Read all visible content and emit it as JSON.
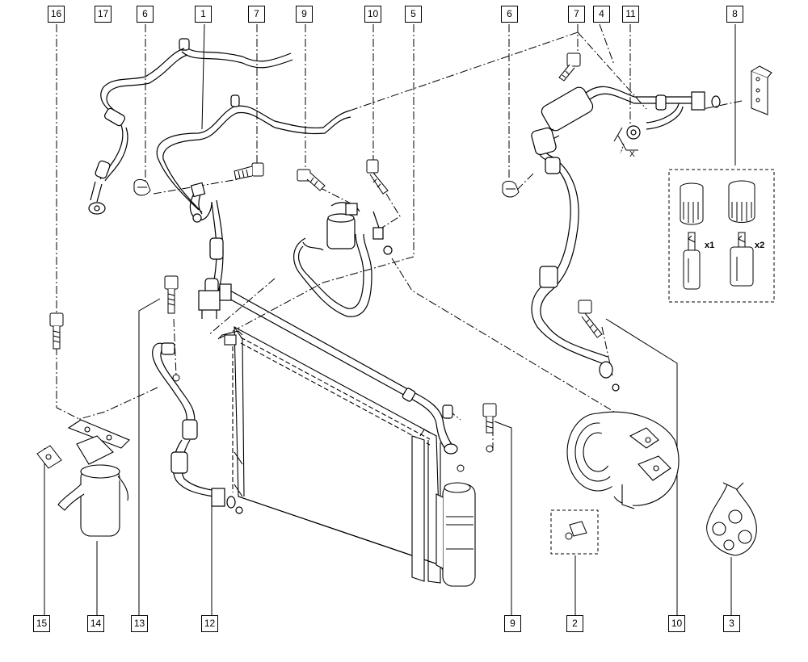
{
  "callouts_top": [
    "16",
    "17",
    "6",
    "1",
    "7",
    "9",
    "10",
    "5",
    "6",
    "7",
    "4",
    "11",
    "8"
  ],
  "callouts_bottom": [
    "15",
    "14",
    "13",
    "12",
    "9",
    "2",
    "10",
    "3"
  ],
  "kit_quantities": [
    "x1",
    "x2"
  ],
  "axis_mark": "X",
  "colors": {
    "ink": "#000000",
    "paper": "#ffffff",
    "shade": "#d8d8d8"
  }
}
